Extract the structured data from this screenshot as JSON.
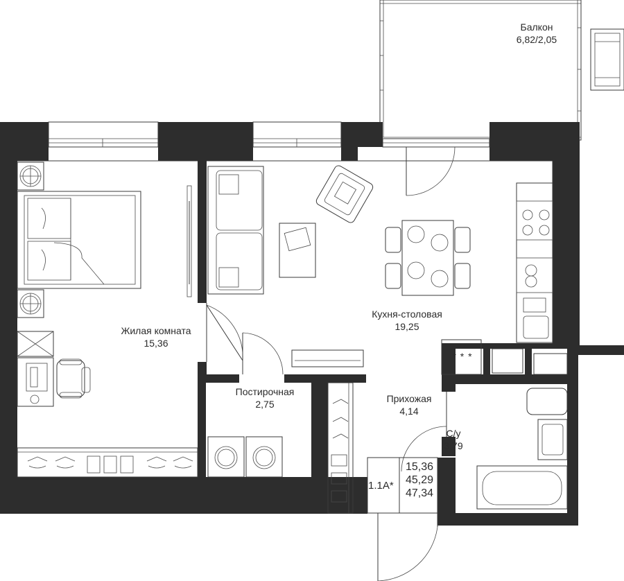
{
  "rooms": {
    "balcony": {
      "name": "Балкон",
      "area": "6,82/2,05"
    },
    "living": {
      "name": "Жилая комната",
      "area": "15,36"
    },
    "kitchen": {
      "name": "Кухня-столовая",
      "area": "19,25"
    },
    "laundry": {
      "name": "Постирочная",
      "area": "2,75"
    },
    "hallway": {
      "name": "Прихожая",
      "area": "4,14"
    },
    "bathroom": {
      "name": "С/у",
      "area": "3,79"
    }
  },
  "apartment": {
    "type": "1.1А*",
    "living_area": "15,36",
    "total_area": "45,29",
    "area_with_balcony": "47,34"
  },
  "stove_marks": "* * *",
  "colors": {
    "wall": "#2d2d2d",
    "line": "#3a3a3a",
    "background": "#ffffff"
  }
}
